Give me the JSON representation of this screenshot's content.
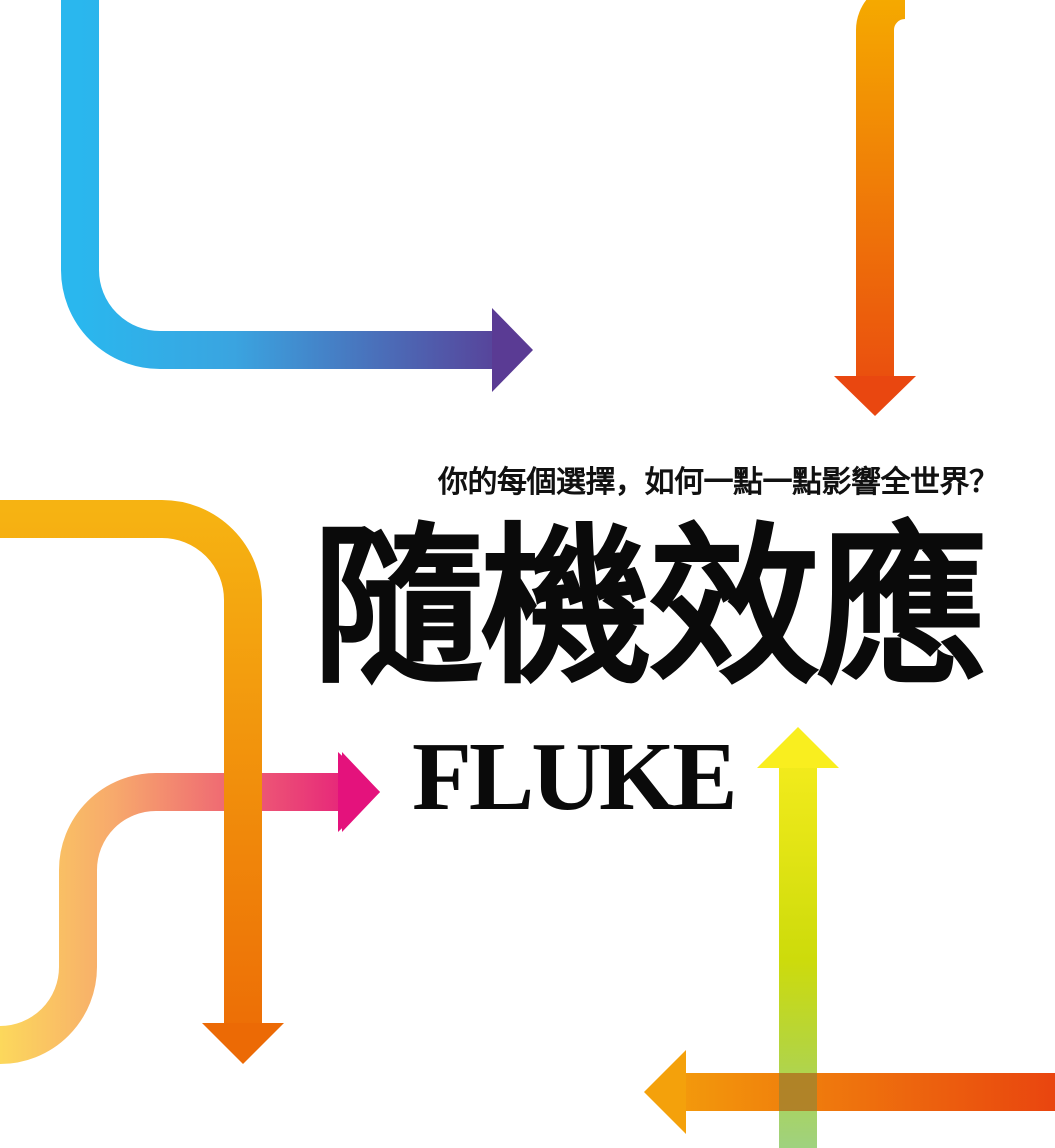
{
  "book": {
    "subtitle": "你的每個選擇，如何一點一點影響全世界？",
    "title": "隨機效應",
    "brand": "FLUKE"
  },
  "colors": {
    "blue": "#2ab7ee",
    "purple": "#5a3b94",
    "orange": "#f3a400",
    "red_orange": "#e94710",
    "yellow": "#f5ec1c",
    "lime": "#c9d70a",
    "pink": "#e4127c",
    "pale_yellow": "#fcd85c",
    "light_green": "#9fd27f",
    "text": "#0a0a0a"
  },
  "arrows": [
    {
      "name": "blue-to-purple",
      "icon": "arrow-right-icon"
    },
    {
      "name": "orange-down",
      "icon": "arrow-down-icon"
    },
    {
      "name": "orange-curve-down",
      "icon": "arrow-down-icon"
    },
    {
      "name": "yellow-to-pink",
      "icon": "arrow-right-icon"
    },
    {
      "name": "yellow-green-up",
      "icon": "arrow-up-icon"
    },
    {
      "name": "orange-red-left",
      "icon": "arrow-left-icon"
    }
  ]
}
